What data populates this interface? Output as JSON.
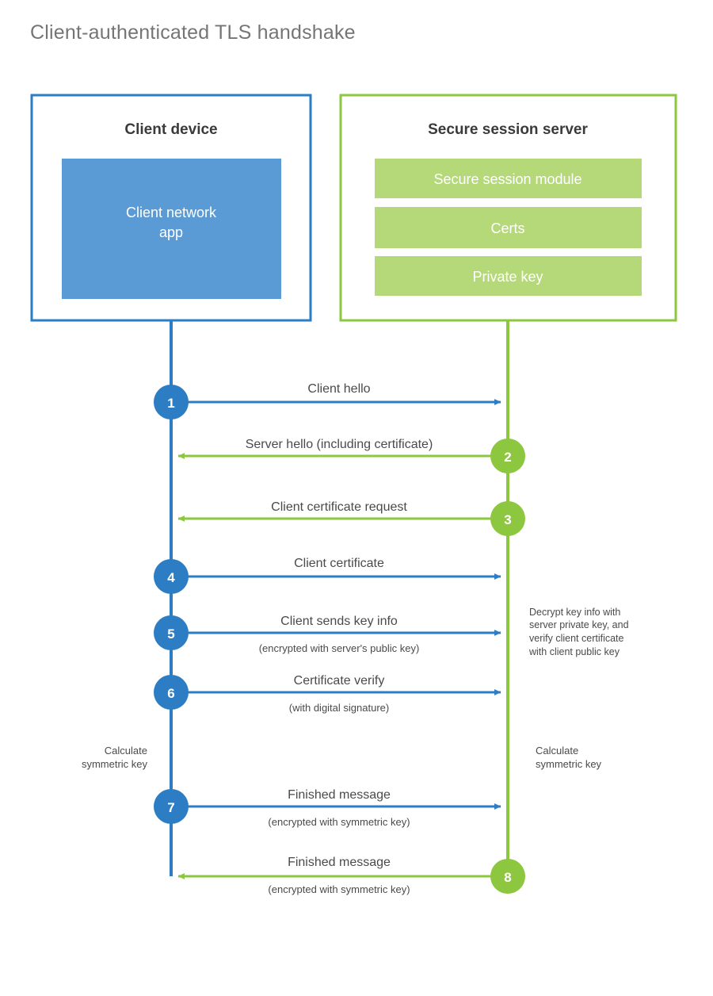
{
  "title": "Client-authenticated TLS handshake",
  "colors": {
    "client_blue": "#2d7dc4",
    "client_fill": "#5b9bd5",
    "server_green": "#8dc63f",
    "server_fill": "#b5d979",
    "title_gray": "#757575",
    "text_gray": "#4a4a4a",
    "background": "#ffffff"
  },
  "participants": {
    "client": {
      "title": "Client device",
      "inner_blocks": [
        {
          "label": "Client network app"
        }
      ]
    },
    "server": {
      "title": "Secure session server",
      "inner_blocks": [
        {
          "label": "Secure session module"
        },
        {
          "label": "Certs"
        },
        {
          "label": "Private key"
        }
      ]
    }
  },
  "steps": [
    {
      "number": "1",
      "label": "Client hello",
      "sublabel": "",
      "direction": "client-to-server",
      "origin": "client"
    },
    {
      "number": "2",
      "label": "Server hello (including certificate)",
      "sublabel": "",
      "direction": "server-to-client",
      "origin": "server"
    },
    {
      "number": "3",
      "label": "Client certificate request",
      "sublabel": "",
      "direction": "server-to-client",
      "origin": "server"
    },
    {
      "number": "4",
      "label": "Client certificate",
      "sublabel": "",
      "direction": "client-to-server",
      "origin": "client"
    },
    {
      "number": "5",
      "label": "Client sends key info",
      "sublabel": "(encrypted with server's public key)",
      "direction": "client-to-server",
      "origin": "client"
    },
    {
      "number": "6",
      "label": "Certificate verify",
      "sublabel": "(with digital signature)",
      "direction": "client-to-server",
      "origin": "client"
    },
    {
      "number": "7",
      "label": "Finished message",
      "sublabel": "(encrypted with symmetric key)",
      "direction": "client-to-server",
      "origin": "client"
    },
    {
      "number": "8",
      "label": "Finished message",
      "sublabel": "(encrypted with symmetric key)",
      "direction": "server-to-client",
      "origin": "server"
    }
  ],
  "annotations": {
    "server_note_lines": [
      "Decrypt key info with",
      "server private key, and",
      "verify client certificate",
      "with client public key"
    ],
    "client_calc_lines": [
      "Calculate",
      "symmetric key"
    ],
    "server_calc_lines": [
      "Calculate",
      "symmetric key"
    ]
  }
}
